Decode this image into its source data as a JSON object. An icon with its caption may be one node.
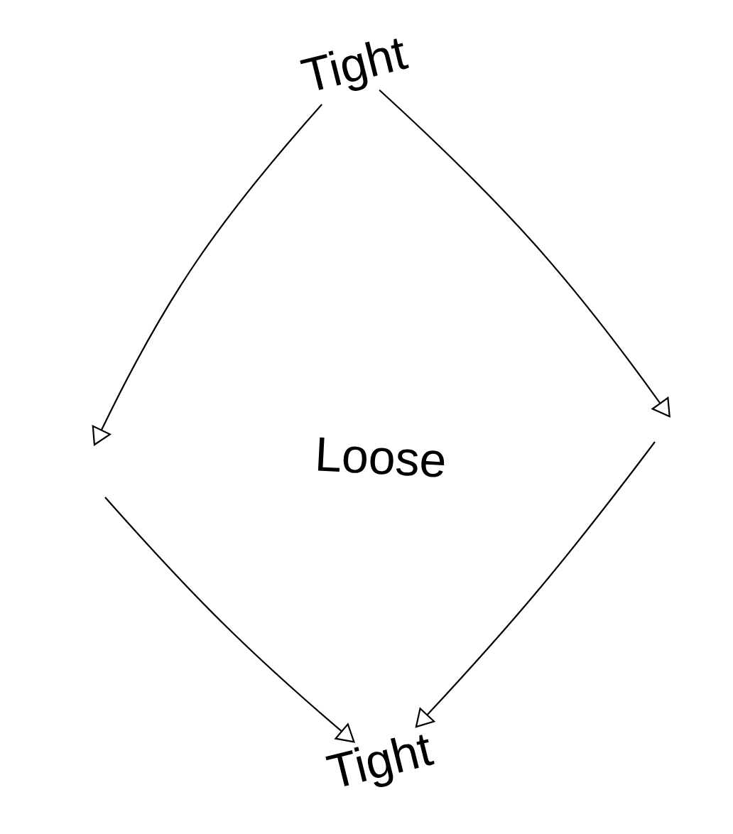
{
  "diagram": {
    "nodes": [
      {
        "text": [
          "Tight"
        ]
      },
      {
        "text": [
          "Tight"
        ]
      }
    ],
    "edges": [
      {
        "from": 0,
        "to": null,
        "arrow": "to"
      },
      {
        "from": 0,
        "to": null,
        "arrow": "to"
      },
      {
        "from": null,
        "to": 1,
        "arrow": "to"
      },
      {
        "from": null,
        "to": 1,
        "arrow": "to"
      }
    ],
    "labels": [
      "Loose"
    ]
  }
}
